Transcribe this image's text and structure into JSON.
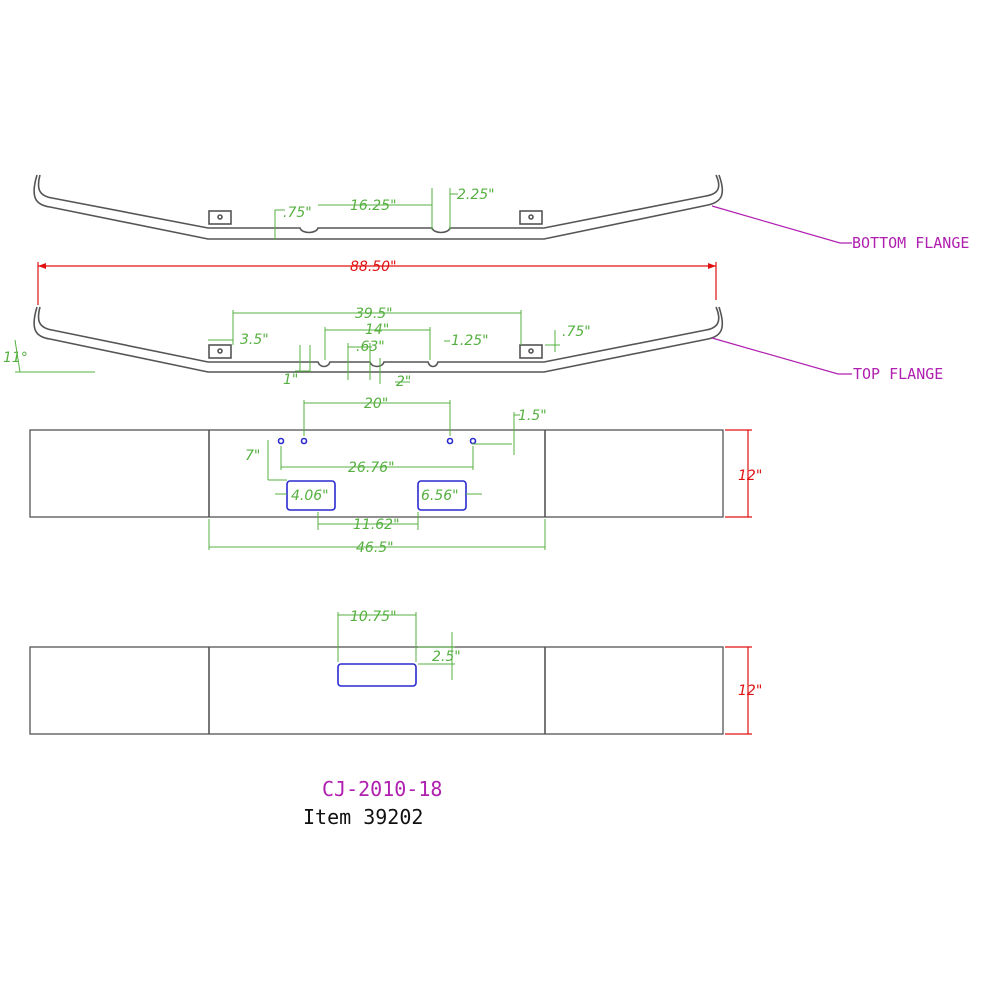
{
  "labels": {
    "bottom_flange": "BOTTOM FLANGE",
    "top_flange": "TOP FLANGE"
  },
  "dimensions": {
    "bf_75": ".75\"",
    "bf_1625": "16.25\"",
    "bf_225": "2.25\"",
    "overall": "88.50\"",
    "tf_395": "39.5\"",
    "tf_35": "3.5\"",
    "tf_14": "14\"",
    "tf_63": ".63\"",
    "tf_125": "1.25\"",
    "tf_75": ".75\"",
    "tf_angle": "11°",
    "tf_1": "1\"",
    "tf_2": "2\"",
    "p1_20": "20\"",
    "p1_15": "1.5\"",
    "p1_7": "7\"",
    "p1_2676": "26.76\"",
    "p1_406": "4.06\"",
    "p1_656": "6.56\"",
    "p1_1162": "11.62\"",
    "p1_465": "46.5\"",
    "p1_12": "12\"",
    "p2_1075": "10.75\"",
    "p2_25": "2.5\"",
    "p2_12": "12\""
  },
  "title": {
    "part_number": "CJ-2010-18",
    "item": "Item 39202"
  },
  "colors": {
    "outline": "#555555",
    "dimension": "#55b040",
    "overall_dimension": "#e01010",
    "cutout": "#2a2ad0",
    "label": "#b020b0"
  }
}
